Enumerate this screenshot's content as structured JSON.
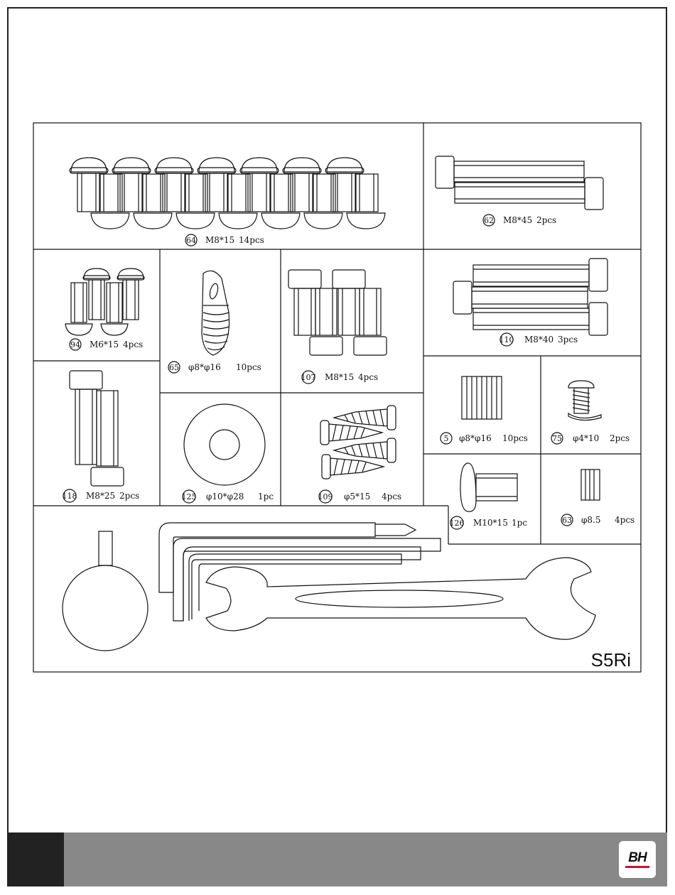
{
  "model": "S5Ri",
  "brand": {
    "logo_text": "BH",
    "accent": "#c8102e"
  },
  "colors": {
    "footer_dark": "#222222",
    "footer_gray": "#888888",
    "line": "#111111"
  },
  "parts": {
    "p64": {
      "num": "64",
      "spec": "M8*15",
      "qty": "14pcs"
    },
    "p62": {
      "num": "62",
      "spec": "M8*45",
      "qty": "2pcs"
    },
    "p94": {
      "num": "94",
      "spec": "M6*15",
      "qty": "4pcs"
    },
    "p65": {
      "num": "65",
      "spec": "φ8*φ16",
      "qty": "10pcs"
    },
    "p107": {
      "num": "107",
      "spec": "M8*15",
      "qty": "4pcs"
    },
    "p110": {
      "num": "110",
      "spec": "M8*40",
      "qty": "3pcs"
    },
    "p5": {
      "num": "5",
      "spec": "φ8*φ16",
      "qty": "10pcs"
    },
    "p75": {
      "num": "75",
      "spec": "φ4*10",
      "qty": "2pcs"
    },
    "p118": {
      "num": "118",
      "spec": "M8*25",
      "qty": "2pcs"
    },
    "p125": {
      "num": "125",
      "spec": "φ10*φ28",
      "qty": "1pc"
    },
    "p109": {
      "num": "109",
      "spec": "φ5*15",
      "qty": "4pcs"
    },
    "p126": {
      "num": "126",
      "spec": "M10*15",
      "qty": "1pc"
    },
    "p63": {
      "num": "63",
      "spec": "φ8.5",
      "qty": "4pcs"
    }
  }
}
